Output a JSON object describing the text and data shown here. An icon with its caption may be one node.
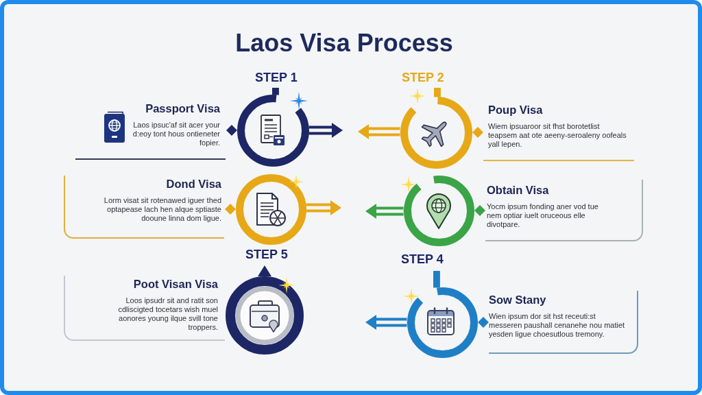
{
  "diagram": {
    "title": "Laos Visa Process",
    "nodes": [
      {
        "text": [
          "Passport Visa",
          "Laos ipsuc'af sit acer your d:eoy tont hous ontieneter fopier."
        ]
      },
      {
        "text": [],
        "shape": "circle",
        "beside": [
          "STEP 1"
        ]
      },
      {
        "text": [],
        "shape": "circle",
        "beside": [
          "STEP 2"
        ]
      },
      {
        "text": [
          "Poup Visa",
          "Wiem ipsuaroor sit fhst borotetlist teapsem aat ote aeeny-seroaleny oofeals yall lepen."
        ]
      },
      {
        "text": [
          "Dond Visa",
          "Lorm visat sit rotenawed iguer thed optapease lach hen alque sptiaste dooune linna dom ligue."
        ]
      },
      {
        "text": [],
        "shape": "circle"
      },
      {
        "text": [],
        "shape": "circle"
      },
      {
        "text": [
          "Obtain Visa",
          "Yocm ipsum fonding aner vod tue nem optiar iuelt oruceous elle divotpare."
        ]
      },
      {
        "text": [
          "Poot Visan Visa",
          "Loos ipsudr sit and ratit son cdliscigted tocetars wish muel aonores young ilque svill tone troppers."
        ]
      },
      {
        "text": [],
        "shape": "circle"
      },
      {
        "text": [],
        "shape": "circle"
      },
      {
        "text": [
          "Sow Stany",
          "Wien ipsum dor sit hst receuti:st messeren paushall cenanehe nou matiet yesden ligue choesutlous tremony."
        ]
      }
    ],
    "edges": [
      {
        "from": 1,
        "to": null,
        "arrow": "to",
        "color": "#1d2766"
      },
      {
        "from": 2,
        "to": null,
        "arrow": "to",
        "color": "#e6a817"
      },
      {
        "from": 5,
        "to": null,
        "arrow": "to",
        "color": "#e6a817"
      },
      {
        "from": 6,
        "to": null,
        "arrow": "to",
        "color": "#3aa447"
      },
      {
        "from": 10,
        "to": null,
        "arrow": "to",
        "color": "#1f7fc6"
      }
    ],
    "labels": [
      "STEP 5",
      "STEP 4"
    ]
  }
}
